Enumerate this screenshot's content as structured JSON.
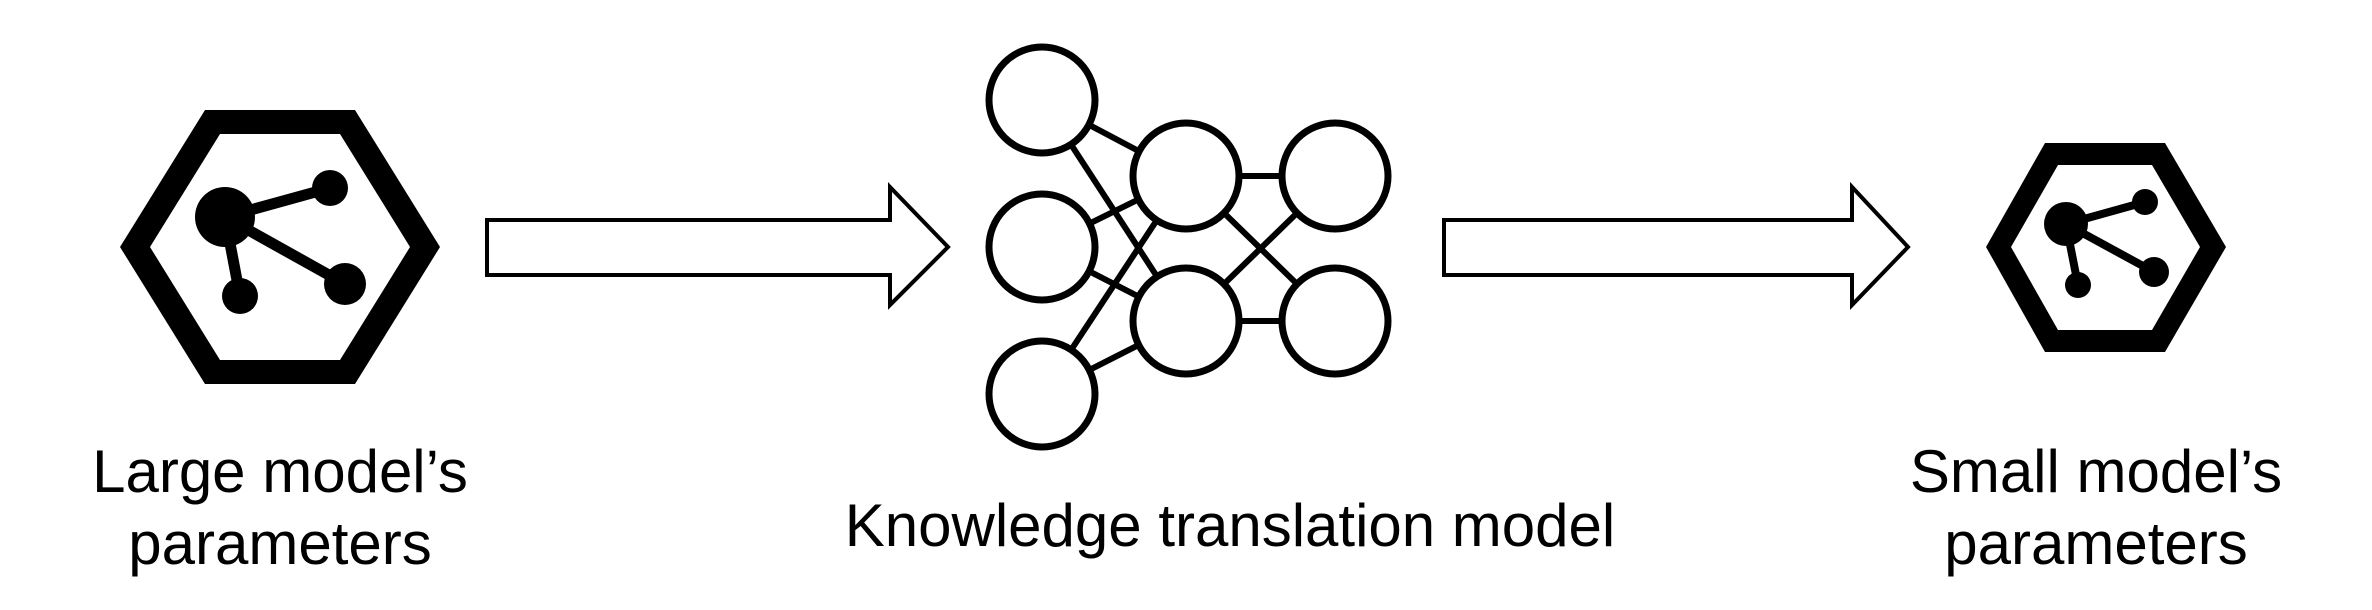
{
  "labels": {
    "large_model": {
      "line1": "Large model’s",
      "line2": "parameters"
    },
    "translation_model": "Knowledge translation model",
    "small_model": {
      "line1": "Small model’s",
      "line2": "parameters"
    }
  },
  "icons": {
    "large_model": "hexagon-molecule-icon",
    "arrow_1": "right-arrow-outline-icon",
    "translation_model": "neural-network-icon",
    "arrow_2": "right-arrow-outline-icon",
    "small_model": "hexagon-molecule-icon"
  },
  "colors": {
    "stroke": "#000000",
    "fill": "#ffffff"
  }
}
